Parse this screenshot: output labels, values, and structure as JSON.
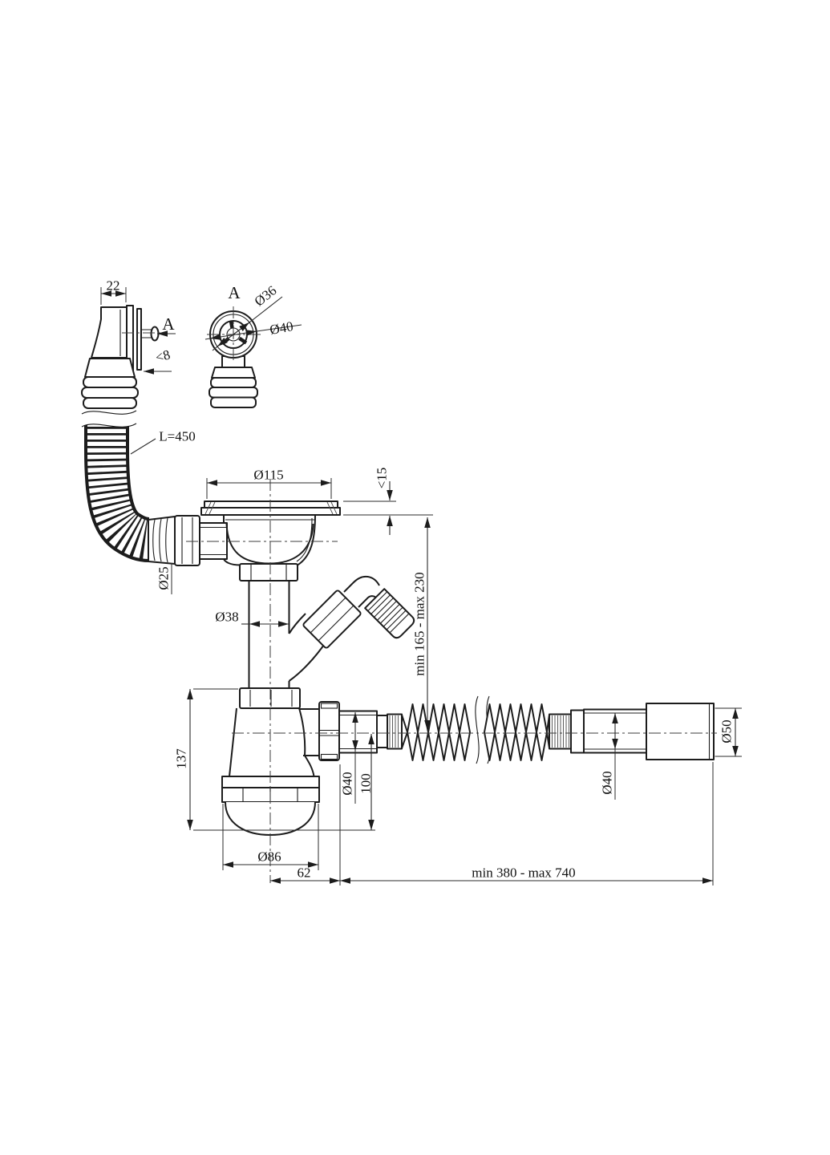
{
  "labels": {
    "overflow": {
      "width": "22",
      "section": "A",
      "wall": "<8",
      "hose_length": "L=450",
      "hose_diameter": "Ø25"
    },
    "detail_a": {
      "title": "A",
      "grate_diameter": "Ø36",
      "outer_diameter": "Ø40"
    },
    "drain": {
      "flange_diameter": "Ø115",
      "flange_height": "<15",
      "pipe_diameter": "Ø38",
      "height_range": "min 165 - max 230"
    },
    "trap": {
      "height": "137",
      "cup_diameter": "Ø86",
      "outlet_offset": "62",
      "outlet_diameter": "Ø40",
      "depth": "100"
    },
    "outlet": {
      "pipe_diameter": "Ø40",
      "end_diameter": "Ø50",
      "length_range": "min 380 - max 740"
    }
  },
  "colors": {
    "line": "#1c1c1c",
    "background": "#ffffff"
  }
}
